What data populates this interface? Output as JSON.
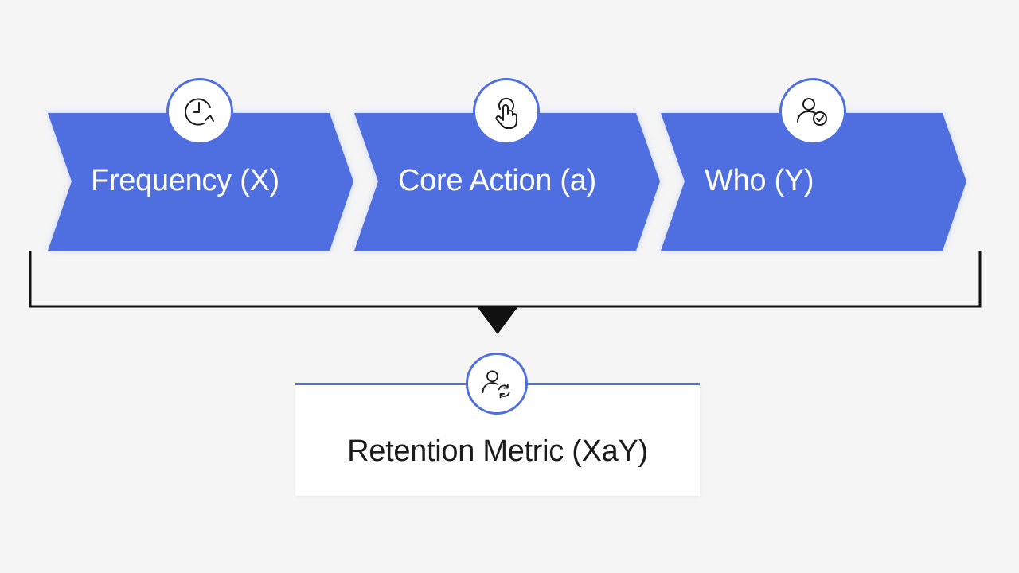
{
  "colors": {
    "chevron_fill": "#4f6fe0",
    "chevron_glow": "#c9d3f7",
    "label_on_chevron": "#ffffff",
    "badge_border": "#4f6fe0",
    "bracket_line": "#111111",
    "result_text": "#1b1b1b",
    "background": "#f5f5f5"
  },
  "steps": [
    {
      "label": "Frequency (X)",
      "icon": "clock-refresh-icon"
    },
    {
      "label": "Core Action (a)",
      "icon": "tap-hand-icon"
    },
    {
      "label": "Who (Y)",
      "icon": "user-check-icon"
    }
  ],
  "result": {
    "label": "Retention Metric (XaY)",
    "icon": "user-refresh-icon"
  }
}
